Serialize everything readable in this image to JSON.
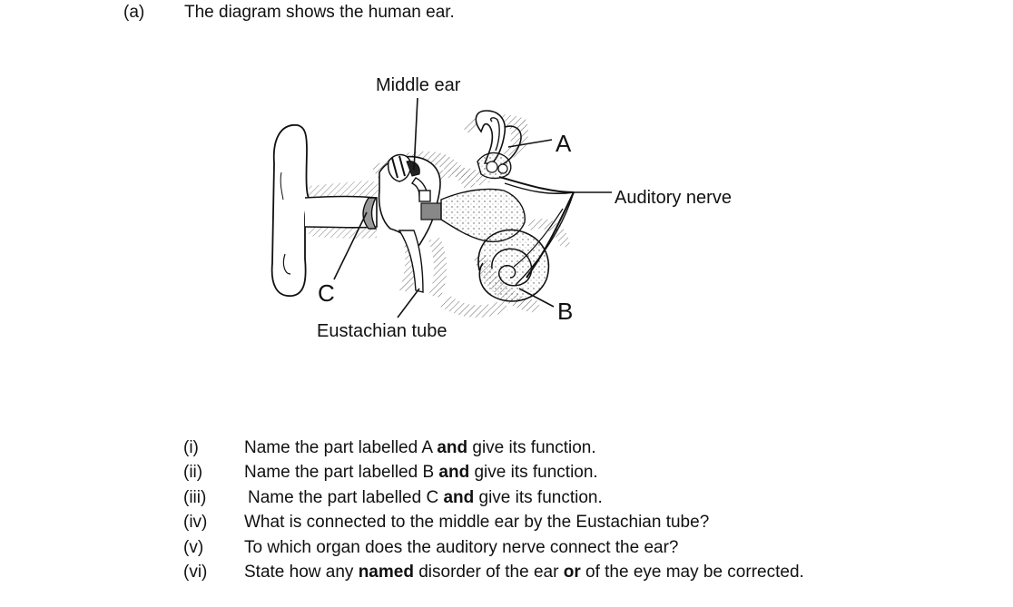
{
  "question": {
    "part": "(a)",
    "intro": "The diagram shows the human ear."
  },
  "diagram": {
    "labels": {
      "middle_ear": "Middle ear",
      "a": "A",
      "auditory_nerve": "Auditory nerve",
      "c": "C",
      "eustachian_tube": "Eustachian tube",
      "b": "B"
    }
  },
  "subquestions": [
    {
      "num": "(i)",
      "before": "Name the part labelled A ",
      "bold": "and",
      "after": " give its function."
    },
    {
      "num": "(ii)",
      "before": "Name the part labelled B ",
      "bold": "and",
      "after": " give its function."
    },
    {
      "num": "(iii)",
      "before": "Name the part labelled C ",
      "bold": "and",
      "after": " give its function."
    },
    {
      "num": "(iv)",
      "text": "What is connected to the middle ear by the Eustachian tube?"
    },
    {
      "num": "(v)",
      "text": "To which organ does the auditory nerve connect the ear?"
    },
    {
      "num": "(vi)",
      "before": "State how any ",
      "bold": "named",
      "middle": " disorder of the ear ",
      "bold2": "or",
      "after": " of the eye may be corrected."
    }
  ]
}
